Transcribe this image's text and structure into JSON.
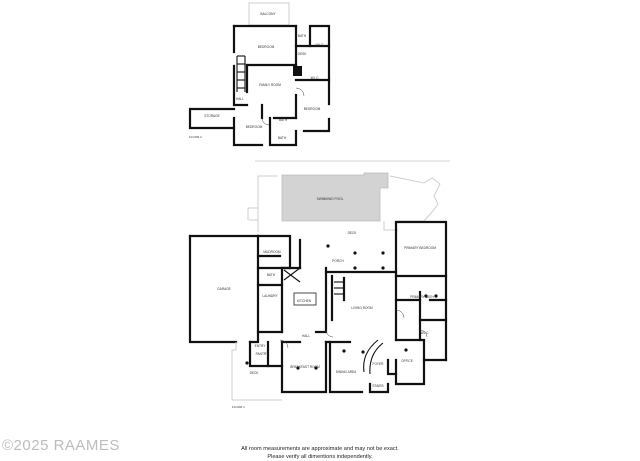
{
  "floor2": {
    "label": "FLOOR 2",
    "rooms": {
      "balcony": "BALCONY",
      "bedroom_a": "BEDROOM",
      "bath_a": "BATH",
      "wic_a": "W.I.C.",
      "desk": "DESK",
      "family_room": "FAMILY ROOM",
      "wic_b": "W.I.C.",
      "hall": "HALL",
      "bedroom_b": "BEDROOM",
      "storage": "STORAGE",
      "bedroom_c": "BEDROOM",
      "bath_b": "BATH",
      "bath_c": "BATH"
    }
  },
  "floor1": {
    "label": "FLOOR 1",
    "rooms": {
      "swimming_pool": "SWIMMING POOL",
      "deck": "DECK",
      "garage": "GARAGE",
      "mudroom": "MUDROOM",
      "bath": "BATH",
      "laundry": "LAUNDRY",
      "kitchen": "KITCHEN",
      "hall": "HALL",
      "porch": "PORCH",
      "living_room": "LIVING ROOM",
      "primary_bedroom": "PRIMARY BEDROOM",
      "primary_bath": "PRIMARY BATH",
      "wic": "W.I.C.",
      "foyer": "FOYER",
      "office": "OFFICE",
      "stairs": "STAIRS",
      "dining_area": "DINING AREA",
      "breakfast_room": "BREAKFAST ROOM",
      "pantry": "PANTRY",
      "entry": "ENTRY",
      "deck_front": "DECK"
    }
  },
  "watermark": "©2025 RAAMES",
  "disclaimer_line1": "All room measurements are approximate and may not be exact.",
  "disclaimer_line2": "Please verify all dimentions independently."
}
